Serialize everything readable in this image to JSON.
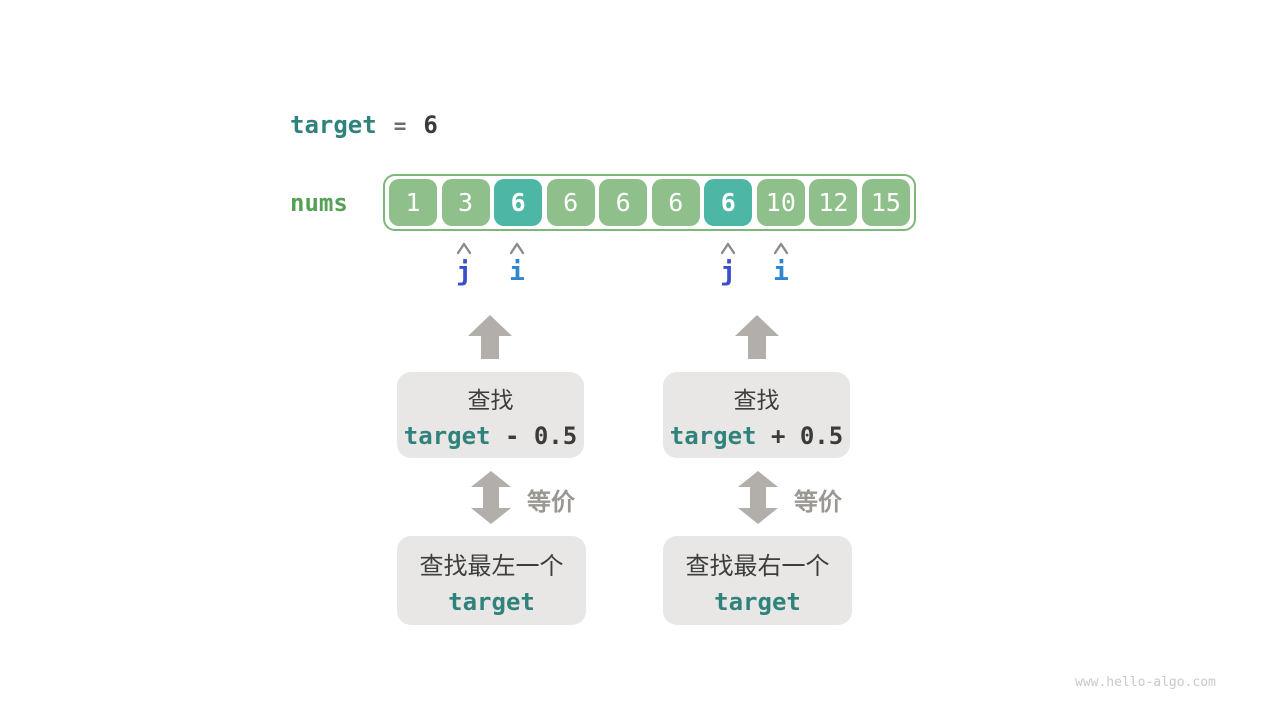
{
  "header": {
    "keyword": "target",
    "equals": "=",
    "value": "6"
  },
  "array": {
    "label": "nums",
    "cells": [
      {
        "value": "1",
        "highlight": false
      },
      {
        "value": "3",
        "highlight": false
      },
      {
        "value": "6",
        "highlight": true
      },
      {
        "value": "6",
        "highlight": false
      },
      {
        "value": "6",
        "highlight": false
      },
      {
        "value": "6",
        "highlight": false
      },
      {
        "value": "6",
        "highlight": true
      },
      {
        "value": "10",
        "highlight": false
      },
      {
        "value": "12",
        "highlight": false
      },
      {
        "value": "15",
        "highlight": false
      }
    ]
  },
  "pointers": {
    "left_j": "j",
    "left_i": "i",
    "right_j": "j",
    "right_i": "i"
  },
  "left_flow": {
    "search_prefix": "查找",
    "expr_keyword": "target",
    "expr_rest": " - 0.5",
    "equiv_label": "等价",
    "result_line1": "查找最左一个",
    "result_line2": "target"
  },
  "right_flow": {
    "search_prefix": "查找",
    "expr_keyword": "target",
    "expr_rest": " + 0.5",
    "equiv_label": "等价",
    "result_line1": "查找最右一个",
    "result_line2": "target"
  },
  "colors": {
    "accent_teal": "#2f837c",
    "label_green": "#57a157",
    "cell_green": "#8fbf8a",
    "cell_teal": "#4db6a4",
    "pointer_j_blue": "#3c4ecd",
    "pointer_i_blue": "#2e86d2",
    "arrow_gray": "#b2afab",
    "box_gray": "#e8e7e5"
  },
  "watermark": "www.hello-algo.com"
}
